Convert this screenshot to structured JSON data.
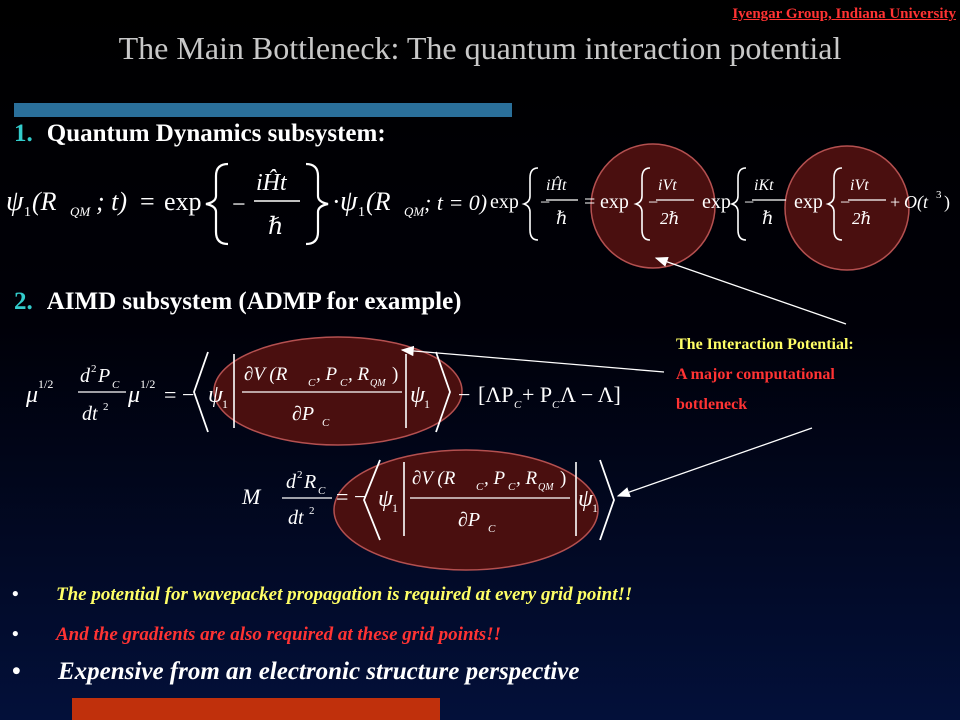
{
  "header": {
    "affiliation": "Iyengar Group, Indiana University",
    "title": "The Main Bottleneck: The quantum interaction potential"
  },
  "sections": [
    {
      "number": "1.",
      "label": "Quantum Dynamics subsystem:"
    },
    {
      "number": "2.",
      "label": "AIMD subsystem (ADMP for example)"
    }
  ],
  "equations": {
    "qd_propagator": {
      "psi": "ψ",
      "sub1": "1",
      "lhs_args": "(R",
      "sub_qm": "QM",
      "lhs_t": "; t)",
      "equals": "=",
      "exp": "exp",
      "minus": "−",
      "numerator": "iĤt",
      "denominator": "ℏ",
      "dot": "·",
      "rhs_t": "; t = 0)"
    },
    "trotter": {
      "exp": "exp",
      "minus": "−",
      "num_h": "iĤt",
      "num_v": "iVt",
      "num_k": "iKt",
      "den_h": "ℏ",
      "den_2h": "2ℏ",
      "equals": "=",
      "plus": "+",
      "order": "O(t",
      "order_exp": "3",
      "close": ")"
    },
    "admp": {
      "mu": "μ",
      "half": "1/2",
      "d2": "d",
      "sq": "2",
      "P": "P",
      "C": "C",
      "dt2": "dt",
      "equals": "=",
      "minus": "−",
      "dV": "∂V (R",
      "comma_P": ", P",
      "comma_R": ", R",
      "qm": "QM",
      "rparen": ")",
      "dP": "∂P",
      "psi": "ψ",
      "one": "1",
      "bracket_term": "[ΛP",
      "plus_P": "+ P",
      "lambda_minus": "Λ − Λ]"
    },
    "nuclear": {
      "M": "M",
      "d2": "d",
      "sq": "2",
      "R": "R",
      "C": "C",
      "dt2": "dt",
      "equals": "=",
      "minus": "−",
      "dV": "∂V (R",
      "comma_P": ", P",
      "comma_R": ", R",
      "qm": "QM",
      "rparen": ")",
      "dP": "∂P",
      "psi": "ψ",
      "one": "1"
    }
  },
  "callout": {
    "title": "The Interaction Potential:",
    "line1": "A major computational",
    "line2": "bottleneck"
  },
  "bullets": [
    "The potential for wavepacket propagation is required at every grid point!!",
    "And the gradients are also required at these grid points!!",
    "Expensive from an electronic structure perspective"
  ],
  "colors": {
    "section_number": "#33cccc",
    "callout_title": "#ffff66",
    "callout_text": "#ff3333",
    "ellipse_fill": "#4a0f0f",
    "title_bar": "#2a6f9a",
    "bottom_bar": "#c0300c"
  }
}
